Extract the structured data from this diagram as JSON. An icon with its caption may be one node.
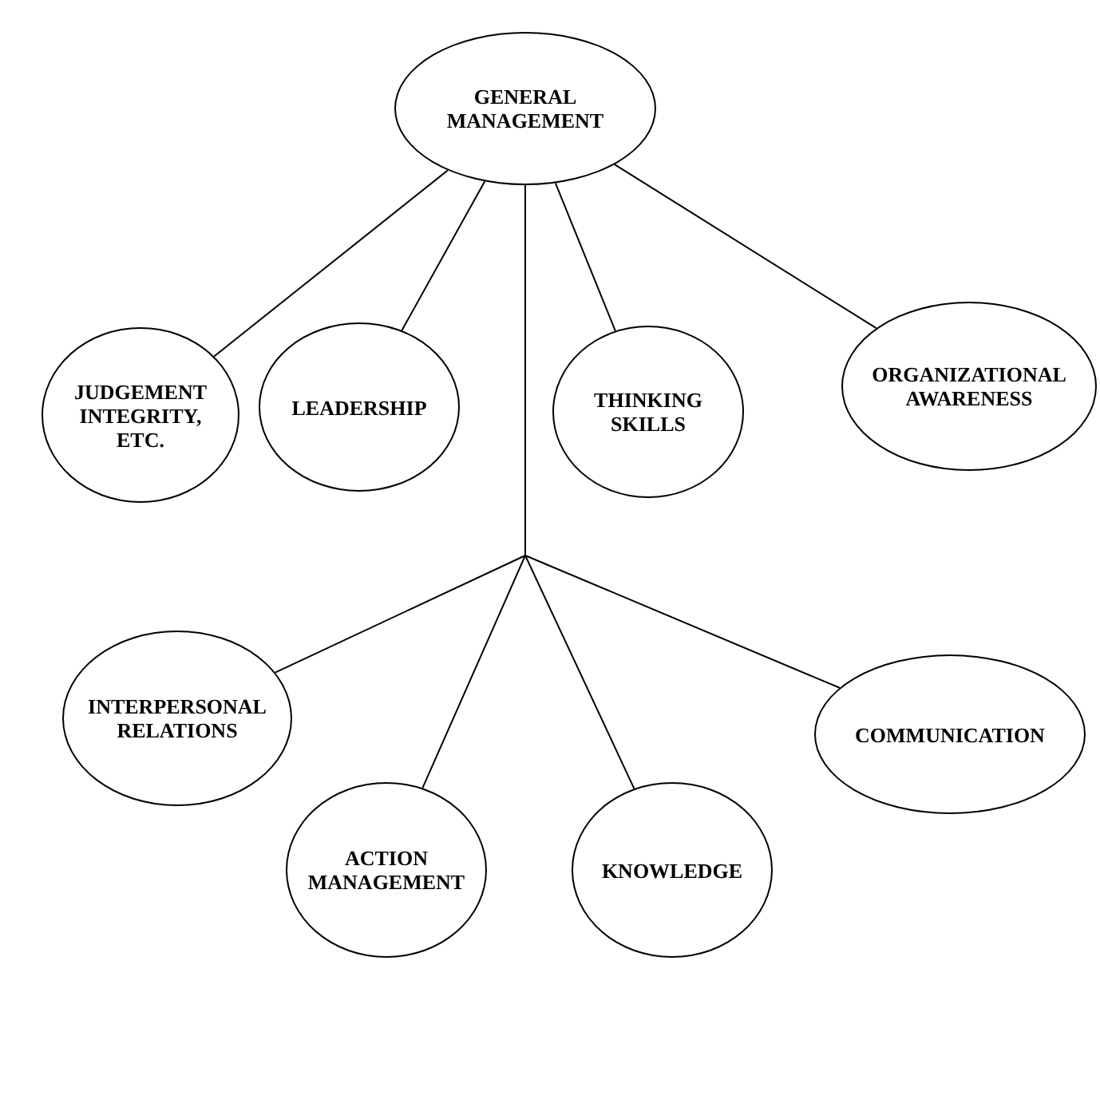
{
  "diagram": {
    "nodes": [
      {
        "text": [
          "GENERAL MANAGEMENT"
        ]
      },
      {
        "text": [
          "JUDGEMENT INTEGRITY, ETC."
        ]
      },
      {
        "text": [
          "LEADERSHIP"
        ]
      },
      {
        "text": [
          "THINKING SKILLS"
        ]
      },
      {
        "text": [
          "ORGANIZATIONAL AWARENESS"
        ]
      },
      {
        "text": [
          "INTERPERSONAL RELATIONS"
        ]
      },
      {
        "text": [
          "ACTION MANAGEMENT"
        ]
      },
      {
        "text": [
          "KNOWLEDGE"
        ]
      },
      {
        "text": [
          "COMMUNICATION"
        ]
      }
    ],
    "edges": [
      {
        "from": 0,
        "to": 1,
        "arrow": "none"
      },
      {
        "from": 0,
        "to": 2,
        "arrow": "none"
      },
      {
        "from": 0,
        "to": 3,
        "arrow": "none"
      },
      {
        "from": 0,
        "to": 4,
        "arrow": "none"
      },
      {
        "from": 0,
        "to": 5,
        "arrow": "none"
      },
      {
        "from": 0,
        "to": 6,
        "arrow": "none"
      },
      {
        "from": 0,
        "to": 7,
        "arrow": "none"
      },
      {
        "from": 0,
        "to": 8,
        "arrow": "none"
      }
    ]
  }
}
